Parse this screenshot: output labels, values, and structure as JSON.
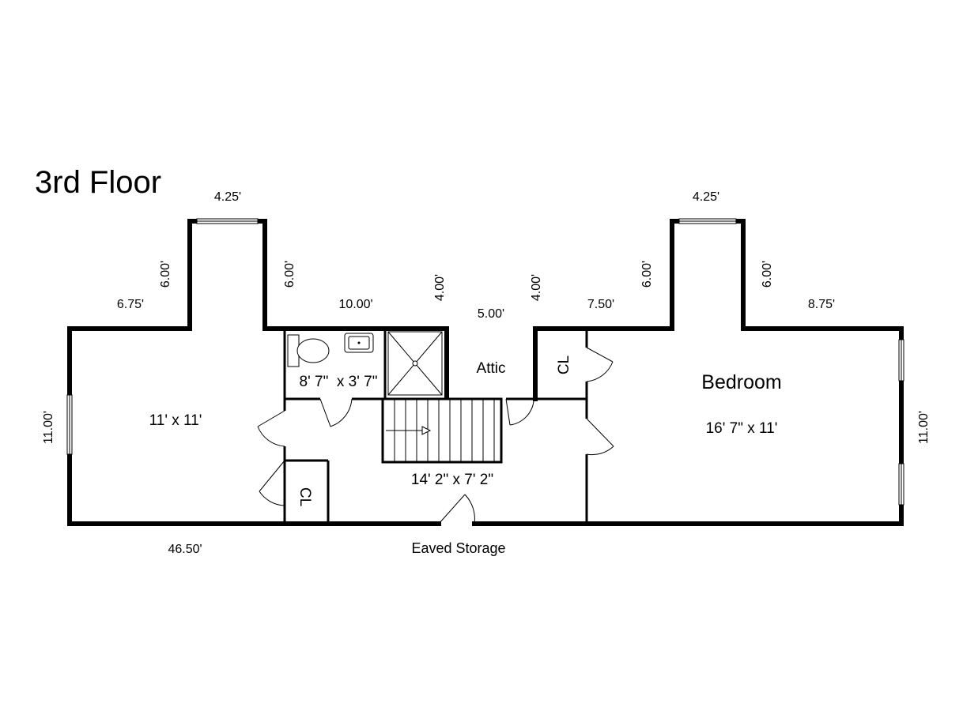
{
  "title": "3rd Floor",
  "dimensions": {
    "left_dormer_width": "4.25'",
    "left_dormer_left_depth": "6.00'",
    "left_dormer_right_depth": "6.00'",
    "left_wall_top": "6.75'",
    "bath_wall_top": "10.00'",
    "attic_left_depth": "4.00'",
    "attic_width": "5.00'",
    "attic_right_depth": "4.00'",
    "closet_wall_top": "7.50'",
    "right_dormer_width": "4.25'",
    "right_dormer_left_depth": "6.00'",
    "right_dormer_right_depth": "6.00'",
    "right_wall_top": "8.75'",
    "left_height": "11.00'",
    "right_height": "11.00'",
    "bottom_width": "46.50'"
  },
  "rooms": {
    "left_room_size": "11' x 11'",
    "bath_size": "8' 7\"  x 3' 7\"",
    "attic_label": "Attic",
    "hall_size": "14' 2\" x 7' 2\"",
    "closet_left": "CL",
    "closet_right": "CL",
    "bedroom_label": "Bedroom",
    "bedroom_size": "16' 7\" x 11'",
    "eaved_storage": "Eaved Storage"
  }
}
